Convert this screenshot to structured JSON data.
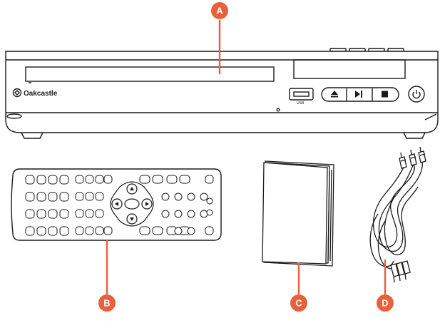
{
  "colors": {
    "callout": "#e8603c",
    "outline": "#1a1a1a",
    "fill": "#ffffff",
    "panel": "#f2f2f2"
  },
  "items": [
    {
      "id": "A",
      "label": "A",
      "depicts": "dvd-player"
    },
    {
      "id": "B",
      "label": "B",
      "depicts": "remote-control"
    },
    {
      "id": "C",
      "label": "C",
      "depicts": "user-manual"
    },
    {
      "id": "D",
      "label": "D",
      "depicts": "av-cable"
    }
  ],
  "player": {
    "brand": "Oakcastle",
    "usb_label": "USB",
    "buttons": [
      "eject-icon",
      "play-pause-icon",
      "stop-icon",
      "power-icon"
    ]
  }
}
